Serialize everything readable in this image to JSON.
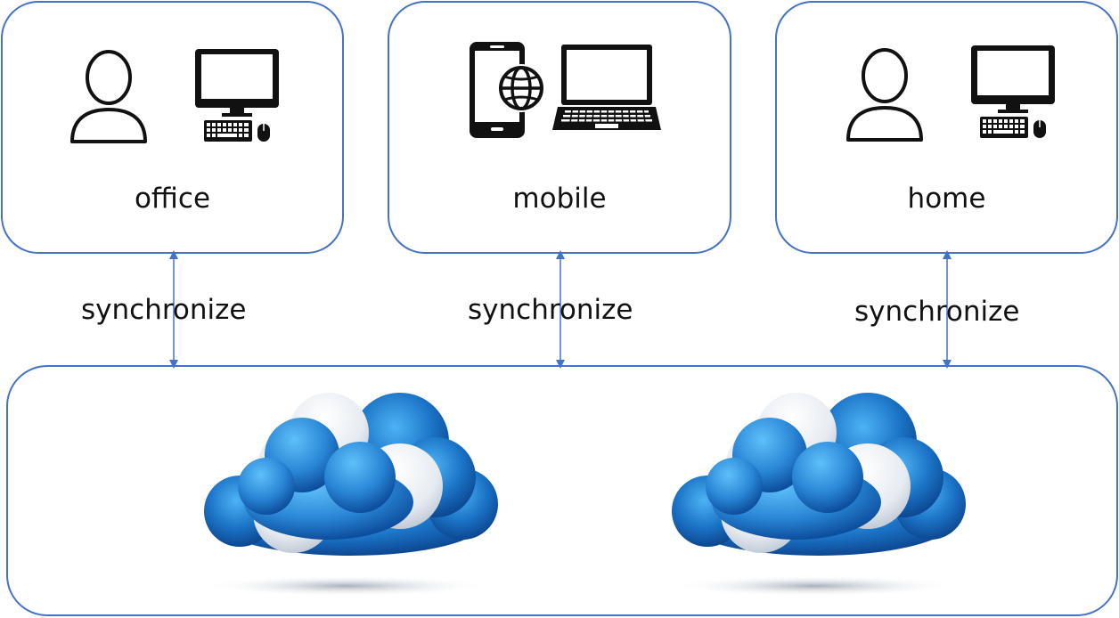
{
  "nodes": {
    "office": {
      "label": "office",
      "icons": [
        "user-icon",
        "desktop-computer-icon"
      ]
    },
    "mobile": {
      "label": "mobile",
      "icons": [
        "smartphone-globe-icon",
        "laptop-icon"
      ]
    },
    "home": {
      "label": "home",
      "icons": [
        "user-icon",
        "desktop-computer-icon"
      ]
    }
  },
  "connections": [
    {
      "from": "office",
      "to": "cloud",
      "label": "synchronize"
    },
    {
      "from": "mobile",
      "to": "cloud",
      "label": "synchronize"
    },
    {
      "from": "home",
      "to": "cloud",
      "label": "synchronize"
    }
  ],
  "cloud_area": {
    "icons": [
      "cloud-icon",
      "cloud-icon"
    ]
  },
  "colors": {
    "border": "#4472c4",
    "arrow": "#4472c4",
    "cloud_blue": "#1c74c4",
    "cloud_white": "#e9eef5"
  }
}
